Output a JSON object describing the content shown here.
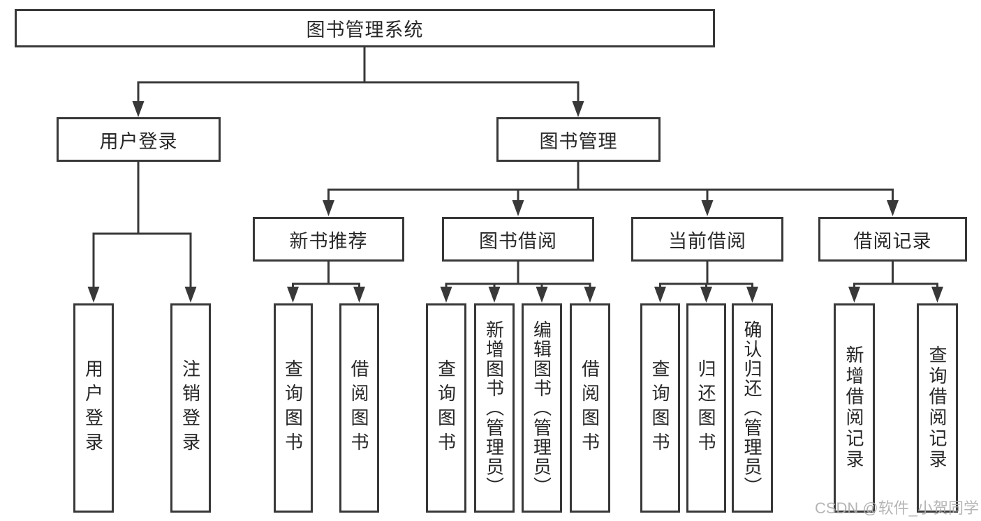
{
  "colors": {
    "line": "#383838",
    "text": "#282828",
    "background": "#ffffff",
    "watermark": "#aeaeae"
  },
  "diagram": {
    "root": {
      "label": "图书管理系统"
    },
    "level2": [
      {
        "id": "user-login",
        "label": "用户登录"
      },
      {
        "id": "book-management",
        "label": "图书管理"
      }
    ],
    "level3": [
      {
        "id": "new-book-recommend",
        "label": "新书推荐"
      },
      {
        "id": "book-borrow",
        "label": "图书借阅"
      },
      {
        "id": "current-borrow",
        "label": "当前借阅"
      },
      {
        "id": "borrow-records",
        "label": "借阅记录"
      }
    ],
    "leaves": [
      {
        "id": "user-login-leaf",
        "label": "用户登录"
      },
      {
        "id": "logout",
        "label": "注销登录"
      },
      {
        "id": "query-books-recommend",
        "label": "查询图书"
      },
      {
        "id": "borrow-books-recommend",
        "label": "借阅图书"
      },
      {
        "id": "query-books-borrow",
        "label": "查询图书"
      },
      {
        "id": "add-books-admin",
        "label": "新增图书（管理员）"
      },
      {
        "id": "edit-books-admin",
        "label": "编辑图书（管理员）"
      },
      {
        "id": "borrow-books-borrow",
        "label": "借阅图书"
      },
      {
        "id": "query-books-current",
        "label": "查询图书"
      },
      {
        "id": "return-books",
        "label": "归还图书"
      },
      {
        "id": "confirm-return-admin",
        "label": "确认归还（管理员）"
      },
      {
        "id": "add-borrow-record",
        "label": "新增借阅记录"
      },
      {
        "id": "query-borrow-record",
        "label": "查询借阅记录"
      }
    ]
  },
  "watermark": {
    "text": "CSDN @软件_小贺同学"
  }
}
